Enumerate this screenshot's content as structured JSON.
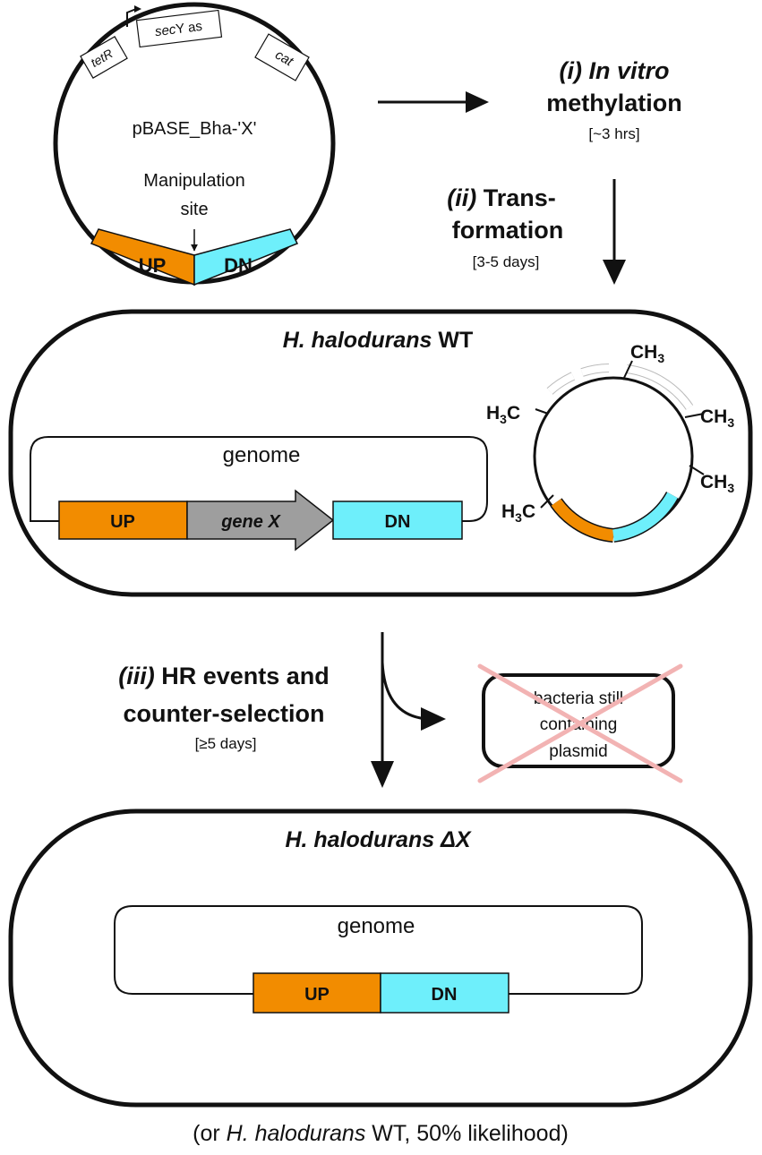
{
  "colors": {
    "up": "#F28C00",
    "dn": "#6EEFFB",
    "gene": "#9E9E9E",
    "cross": "#F2B3B3",
    "line": "#111111"
  },
  "plasmid": {
    "name": "pBASE_Bha-'X'",
    "site_line1": "Manipulation",
    "site_line2": "site",
    "tetR": "tetR",
    "secY_italic": "sec",
    "secY_rest": "Y as",
    "cat": "cat",
    "up": "UP",
    "dn": "DN"
  },
  "steps": {
    "s1_num": "(i)",
    "s1_word": "In vitro",
    "s1_line2": "methylation",
    "s1_time": "[~3 hrs]",
    "s2_num": "(ii)",
    "s2_word": "Trans-",
    "s2_line2": "formation",
    "s2_time": "[3-5 days]",
    "s3_num": "(iii)",
    "s3_word": "HR events and",
    "s3_line2": "counter-selection",
    "s3_time": "[≥5 days]"
  },
  "wt_cell": {
    "title_italic": "H. halodurans",
    "title_rest": " WT",
    "genome": "genome",
    "up": "UP",
    "gene": "gene X",
    "dn": "DN",
    "methyl": {
      "ch3": "CH",
      "h3c_h": "H",
      "h3c_c": "C",
      "sub": "3"
    }
  },
  "rejected": {
    "line1": "bacteria still",
    "line2": "containing",
    "line3": "plasmid"
  },
  "ko_cell": {
    "title_italic": "H. halodurans ΔX",
    "genome": "genome",
    "up": "UP",
    "dn": "DN"
  },
  "footnote": {
    "pre": "(or ",
    "italic": "H. halodurans",
    "post": " WT, 50% likelihood)"
  }
}
